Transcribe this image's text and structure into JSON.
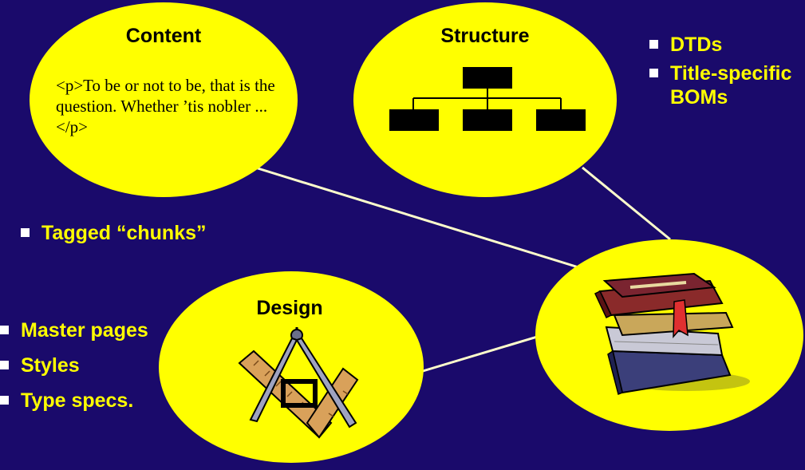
{
  "colors": {
    "background": "#1a0a6b",
    "ellipse_fill": "#ffff00",
    "bullet_text": "#ffff00",
    "connector": "#ffffcc"
  },
  "content": {
    "title": "Content",
    "sample_text": "<p>To be or not to be, that is the question. Whether ’tis nobler ...</p>"
  },
  "structure": {
    "title": "Structure",
    "icon": "org-chart-icon"
  },
  "design": {
    "title": "Design",
    "icon": "compass-square-icon"
  },
  "output": {
    "icon": "book-stack-icon"
  },
  "bullets": {
    "structure": [
      "DTDs",
      "Title-specific BOMs"
    ],
    "content": [
      "Tagged “chunks”"
    ],
    "design": [
      "Master pages",
      "Styles",
      "Type specs."
    ]
  }
}
